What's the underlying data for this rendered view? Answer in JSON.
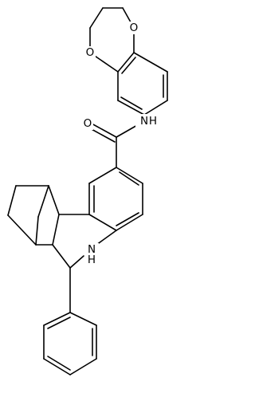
{
  "atom_labels": {
    "dioxane_o_top": "O",
    "dioxane_o_bottom": "O",
    "amide_n": "N",
    "amide_h": "H",
    "amide_o": "O",
    "ring_n": "N",
    "ring_h": "H"
  },
  "colors": {
    "bond": "#000000",
    "label": "#000000",
    "background": "#ffffff"
  }
}
